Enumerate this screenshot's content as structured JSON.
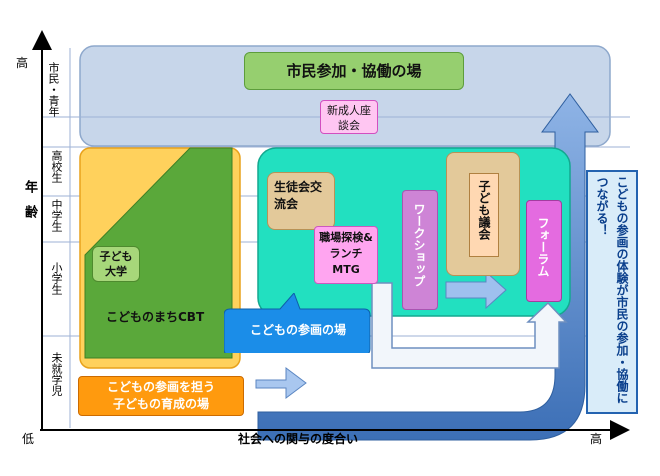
{
  "axes": {
    "y_high": "高",
    "y_low": "低",
    "x_high": "高",
    "x_title": "社会への関与の度合い",
    "y_title": "年齢"
  },
  "age_bands": [
    "市民・青年",
    "高校生",
    "中学生",
    "小学生",
    "未就学児"
  ],
  "nodes": {
    "citizen_place": "市民参加・協働の場",
    "new_adult": "新成人座談会",
    "kodomo_daigaku": "子ども大学",
    "kodomo_machi": "こどものまちCBT",
    "participation_place": "こどもの参画の場",
    "nurture_place_line1": "こどもの参画を担う",
    "nurture_place_line2": "子どもの育成の場",
    "student_council": "生徒会交流会",
    "career_lunch": "職場探検&ランチMTG",
    "workshop": "ワークショップ",
    "kids_council": "子ども議会",
    "forum": "フォーラム",
    "conclusion": "こどもの参画の体験が市民の参加・協働につながる！"
  },
  "colors": {
    "citizen_band": "#c7d6ea",
    "kids_area": "#ffc84a",
    "green_area": "#5aa83a",
    "teal_area": "#22e0c0",
    "blue_bubble": "#1b8de8",
    "orange_box": "#ff9a0e",
    "pink_box": "#ffa5f0",
    "magenta_box": "#e46be0",
    "tan_box": "#e3c99a",
    "arrow_blue": "#4a7fc4"
  }
}
